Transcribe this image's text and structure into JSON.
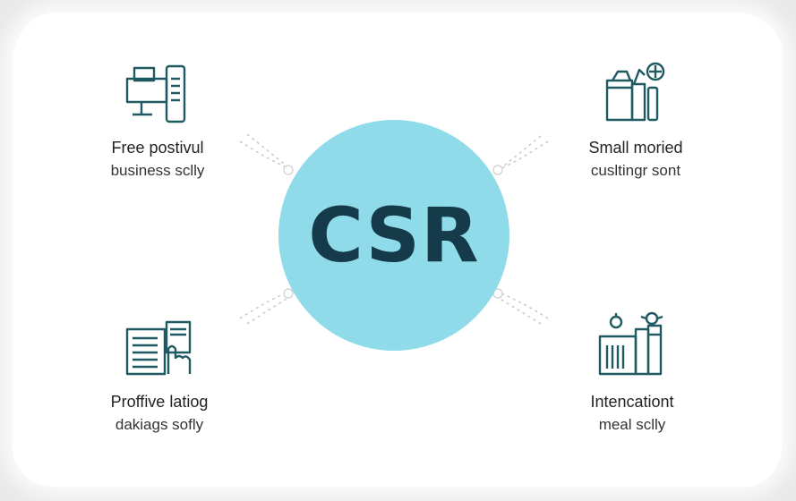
{
  "center": {
    "label": "CSR",
    "color": "#8fdbea"
  },
  "accent_color": "#1f5a63",
  "nodes": [
    {
      "id": "top-left",
      "icon": "desktop-computer-icon",
      "title": "Free postivul",
      "subtitle": "business sclly"
    },
    {
      "id": "top-right",
      "icon": "shopping-bags-icon",
      "title": "Small moried",
      "subtitle": "cusltingr sont"
    },
    {
      "id": "bottom-left",
      "icon": "document-hand-icon",
      "title": "Proffive latiog",
      "subtitle": "dakiags sofly"
    },
    {
      "id": "bottom-right",
      "icon": "factory-building-icon",
      "title": "Intencationt",
      "subtitle": "meal sclly"
    }
  ]
}
